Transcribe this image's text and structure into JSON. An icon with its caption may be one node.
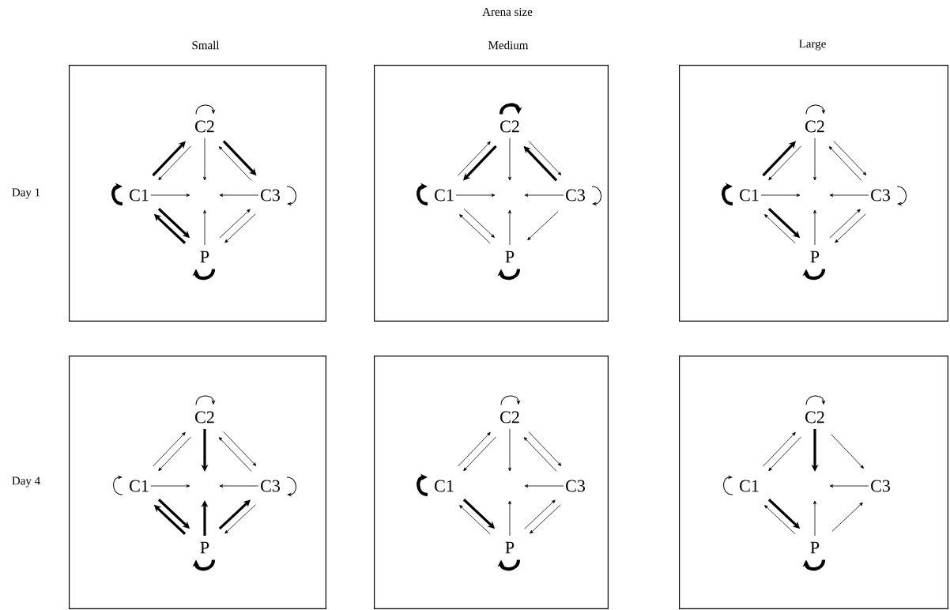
{
  "diagram": {
    "nodes": [
      {
        "text": [],
        "shape": "box"
      },
      {
        "text": [
          "C2"
        ],
        "in": 0
      },
      {
        "text": [
          "C1"
        ],
        "in": 0
      },
      {
        "text": [
          "C3"
        ],
        "in": 0
      },
      {
        "text": [
          "P"
        ],
        "in": 0
      },
      {
        "text": [],
        "shape": "box"
      },
      {
        "text": [
          "C2"
        ],
        "in": 5
      },
      {
        "text": [
          "C1"
        ],
        "in": 5
      },
      {
        "text": [
          "C3"
        ],
        "in": 5
      },
      {
        "text": [
          "P"
        ],
        "in": 5
      },
      {
        "text": [],
        "shape": "box"
      },
      {
        "text": [
          "C2"
        ],
        "in": 10
      },
      {
        "text": [
          "C1"
        ],
        "in": 10
      },
      {
        "text": [
          "C3"
        ],
        "in": 10
      },
      {
        "text": [
          "P"
        ],
        "in": 10
      },
      {
        "text": [],
        "shape": "box"
      },
      {
        "text": [
          "C2"
        ],
        "in": 15
      },
      {
        "text": [
          "C1"
        ],
        "in": 15
      },
      {
        "text": [
          "C3"
        ],
        "in": 15
      },
      {
        "text": [
          "P"
        ],
        "in": 15
      },
      {
        "text": [],
        "shape": "box"
      },
      {
        "text": [
          "C2"
        ],
        "in": 20
      },
      {
        "text": [
          "C1"
        ],
        "in": 20
      },
      {
        "text": [
          "C3"
        ],
        "in": 20
      },
      {
        "text": [
          "P"
        ],
        "in": 20
      },
      {
        "text": [],
        "shape": "box"
      },
      {
        "text": [
          "C2"
        ],
        "in": 25
      },
      {
        "text": [
          "C1"
        ],
        "in": 25
      },
      {
        "text": [
          "C3"
        ],
        "in": 25
      },
      {
        "text": [
          "P"
        ],
        "in": 25
      }
    ],
    "edges": [
      {
        "from": 1,
        "to": 1,
        "arrow": "to"
      },
      {
        "from": 2,
        "to": 2,
        "arrow": "to",
        "style": "thick"
      },
      {
        "from": 3,
        "to": 3,
        "arrow": "to"
      },
      {
        "from": 4,
        "to": 4,
        "arrow": "to",
        "style": "thick"
      },
      {
        "from": 2,
        "to": 1,
        "arrow": "to",
        "style": "thick"
      },
      {
        "from": 1,
        "to": 2,
        "arrow": "to"
      },
      {
        "from": 1,
        "to": 3,
        "arrow": "to",
        "style": "thick"
      },
      {
        "from": 3,
        "to": 1,
        "arrow": "to"
      },
      {
        "from": 2,
        "to": 4,
        "arrow": "to",
        "style": "thick"
      },
      {
        "from": 4,
        "to": 2,
        "arrow": "to",
        "style": "thick"
      },
      {
        "from": 4,
        "to": 3,
        "arrow": "to"
      },
      {
        "from": 3,
        "to": 4,
        "arrow": "to"
      },
      {
        "from": 1,
        "to": null,
        "arrow": "to"
      },
      {
        "from": 2,
        "to": null,
        "arrow": "to"
      },
      {
        "from": 3,
        "to": null,
        "arrow": "to"
      },
      {
        "from": 4,
        "to": null,
        "arrow": "to"
      },
      {
        "from": 6,
        "to": 6,
        "arrow": "to",
        "style": "thick"
      },
      {
        "from": 7,
        "to": 7,
        "arrow": "to",
        "style": "thick"
      },
      {
        "from": 8,
        "to": 8,
        "arrow": "to"
      },
      {
        "from": 9,
        "to": 9,
        "arrow": "to",
        "style": "thick"
      },
      {
        "from": 7,
        "to": 6,
        "arrow": "to"
      },
      {
        "from": 6,
        "to": 7,
        "arrow": "to",
        "style": "thick"
      },
      {
        "from": 6,
        "to": 8,
        "arrow": "to"
      },
      {
        "from": 8,
        "to": 6,
        "arrow": "to",
        "style": "thick"
      },
      {
        "from": 7,
        "to": 9,
        "arrow": "to"
      },
      {
        "from": 9,
        "to": 7,
        "arrow": "to"
      },
      {
        "from": 8,
        "to": 9,
        "arrow": "to"
      },
      {
        "from": 6,
        "to": null,
        "arrow": "to"
      },
      {
        "from": 7,
        "to": null,
        "arrow": "to"
      },
      {
        "from": 8,
        "to": null,
        "arrow": "to"
      },
      {
        "from": 9,
        "to": null,
        "arrow": "to"
      },
      {
        "from": 11,
        "to": 11,
        "arrow": "to"
      },
      {
        "from": 12,
        "to": 12,
        "arrow": "to",
        "style": "thick"
      },
      {
        "from": 13,
        "to": 13,
        "arrow": "to"
      },
      {
        "from": 14,
        "to": 14,
        "arrow": "to",
        "style": "thick"
      },
      {
        "from": 12,
        "to": 11,
        "arrow": "to",
        "style": "thick"
      },
      {
        "from": 11,
        "to": 12,
        "arrow": "to"
      },
      {
        "from": 11,
        "to": 13,
        "arrow": "to"
      },
      {
        "from": 13,
        "to": 11,
        "arrow": "to"
      },
      {
        "from": 12,
        "to": 14,
        "arrow": "to",
        "style": "thick"
      },
      {
        "from": 14,
        "to": 12,
        "arrow": "to"
      },
      {
        "from": 14,
        "to": 13,
        "arrow": "to"
      },
      {
        "from": 13,
        "to": 14,
        "arrow": "to"
      },
      {
        "from": 11,
        "to": null,
        "arrow": "to"
      },
      {
        "from": 12,
        "to": null,
        "arrow": "to"
      },
      {
        "from": 13,
        "to": null,
        "arrow": "to"
      },
      {
        "from": 14,
        "to": null,
        "arrow": "to"
      },
      {
        "from": 16,
        "to": 16,
        "arrow": "to"
      },
      {
        "from": 17,
        "to": 17,
        "arrow": "to"
      },
      {
        "from": 18,
        "to": 18,
        "arrow": "to"
      },
      {
        "from": 19,
        "to": 19,
        "arrow": "to",
        "style": "thick"
      },
      {
        "from": 17,
        "to": 16,
        "arrow": "to"
      },
      {
        "from": 16,
        "to": 17,
        "arrow": "to"
      },
      {
        "from": 16,
        "to": 18,
        "arrow": "to"
      },
      {
        "from": 18,
        "to": 16,
        "arrow": "to"
      },
      {
        "from": 17,
        "to": 19,
        "arrow": "to",
        "style": "thick"
      },
      {
        "from": 19,
        "to": 17,
        "arrow": "to",
        "style": "thick"
      },
      {
        "from": 19,
        "to": 18,
        "arrow": "to",
        "style": "thick"
      },
      {
        "from": 18,
        "to": 19,
        "arrow": "to"
      },
      {
        "from": 16,
        "to": null,
        "arrow": "to",
        "style": "thick"
      },
      {
        "from": 17,
        "to": null,
        "arrow": "to"
      },
      {
        "from": 18,
        "to": null,
        "arrow": "to"
      },
      {
        "from": 19,
        "to": null,
        "arrow": "to",
        "style": "thick"
      },
      {
        "from": 21,
        "to": 21,
        "arrow": "to"
      },
      {
        "from": 22,
        "to": 22,
        "arrow": "to",
        "style": "thick"
      },
      {
        "from": 24,
        "to": 24,
        "arrow": "to",
        "style": "thick"
      },
      {
        "from": 22,
        "to": 21,
        "arrow": "to"
      },
      {
        "from": 21,
        "to": 22,
        "arrow": "to"
      },
      {
        "from": 21,
        "to": 23,
        "arrow": "to"
      },
      {
        "from": 23,
        "to": 21,
        "arrow": "to"
      },
      {
        "from": 22,
        "to": 24,
        "arrow": "to",
        "style": "thick"
      },
      {
        "from": 24,
        "to": 22,
        "arrow": "to"
      },
      {
        "from": 24,
        "to": 23,
        "arrow": "to"
      },
      {
        "from": 23,
        "to": 24,
        "arrow": "to"
      },
      {
        "from": 21,
        "to": null,
        "arrow": "to"
      },
      {
        "from": 23,
        "to": null,
        "arrow": "to"
      },
      {
        "from": 24,
        "to": null,
        "arrow": "to"
      },
      {
        "from": 26,
        "to": 26,
        "arrow": "to"
      },
      {
        "from": 27,
        "to": 27,
        "arrow": "to"
      },
      {
        "from": 29,
        "to": 29,
        "arrow": "to",
        "style": "thick"
      },
      {
        "from": 27,
        "to": 26,
        "arrow": "to"
      },
      {
        "from": 26,
        "to": 27,
        "arrow": "to"
      },
      {
        "from": 26,
        "to": 28,
        "arrow": "to"
      },
      {
        "from": 27,
        "to": 29,
        "arrow": "to",
        "style": "thick"
      },
      {
        "from": 29,
        "to": 27,
        "arrow": "to"
      },
      {
        "from": 29,
        "to": 28,
        "arrow": "to"
      },
      {
        "from": 26,
        "to": null,
        "arrow": "to",
        "style": "thick"
      },
      {
        "from": 28,
        "to": null,
        "arrow": "to"
      },
      {
        "from": 29,
        "to": null,
        "arrow": "to"
      }
    ],
    "labels": [
      "Arena size",
      "Small",
      "Medium",
      "Large",
      "Day 1",
      "Day 4"
    ]
  }
}
